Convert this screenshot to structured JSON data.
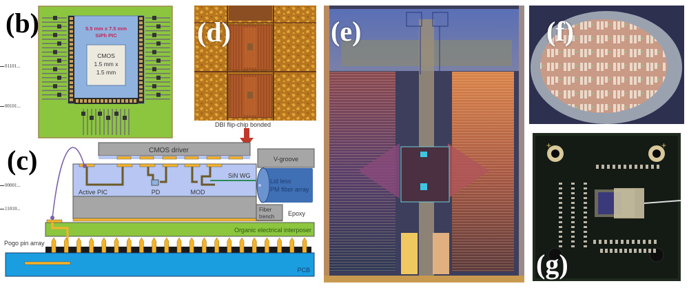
{
  "figure": {
    "panels": {
      "b": {
        "label": "(b)",
        "pic_size": "5.5 mm x 7.5 mm",
        "pic_name": "SiPh PIC",
        "cmos_lines": [
          "CMOS",
          "1.5 mm x",
          "1.5 mm"
        ]
      },
      "c": {
        "label": "(c)",
        "labels": {
          "cmos_driver": "CMOS driver",
          "v_groove": "V-groove",
          "sin_wg": "SiN WG",
          "fiber_array_line1": "Lid less",
          "fiber_array_line2": "PM fiber array",
          "active_pic": "Active PIC",
          "pd": "PD",
          "mod": "MOD",
          "epoxy": "Epoxy",
          "fiber_trench_line1": "Fiber",
          "fiber_trench_line2": "trench",
          "interposer": "Organic electrical interposer",
          "pogo": "Pogo pin array",
          "pcb": "PCB"
        },
        "pogo_pin_count": 21
      },
      "d": {
        "label": "(d)",
        "caption": "DBI flip-chip bonded"
      },
      "e": {
        "label": "(e)"
      },
      "f": {
        "label": "(f)"
      },
      "g": {
        "label": "(g)"
      }
    },
    "bit_streams": [
      "01101...",
      "00101...",
      "00001...",
      "11010..."
    ],
    "colors": {
      "pcb_green": "#8cc63f",
      "pic_blue": "#8fb3de",
      "pic_layer": "#b7c6f2",
      "cmos_gray": "#a6a6a6",
      "gold": "#f5b32a",
      "pcb_blue": "#1a9ee0",
      "fiber_blue": "#3f6fb5",
      "arrow_red": "#c0392b",
      "wirebond_purple": "#7a5fa8",
      "pic_label_red": "#c8245a"
    }
  }
}
